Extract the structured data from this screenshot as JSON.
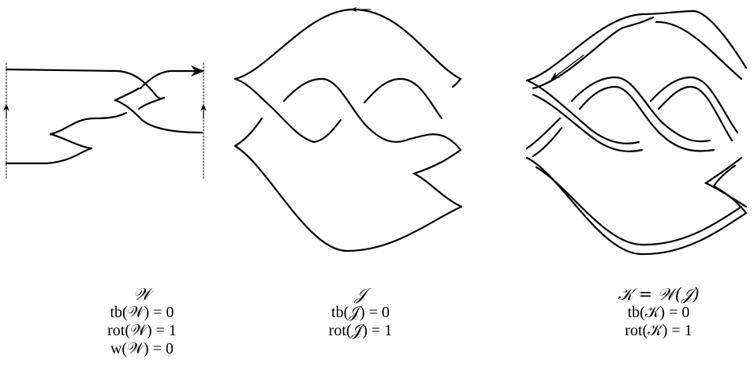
{
  "captions": {
    "w": {
      "name": "𝒲",
      "tb": "tb(𝒲) = 0",
      "rot": "rot(𝒲) = 1",
      "w": "w(𝒲) = 0"
    },
    "j": {
      "name": "𝒥",
      "tb": "tb(𝒥) = 0",
      "rot": "rot(𝒥) = 1"
    },
    "k": {
      "name": "𝒦 = 𝒲(𝒥)",
      "tb": "tb(𝒦) = 0",
      "rot": "rot(𝒦) = 1"
    }
  },
  "colors": {
    "stroke": "#000000",
    "background": "#ffffff"
  }
}
